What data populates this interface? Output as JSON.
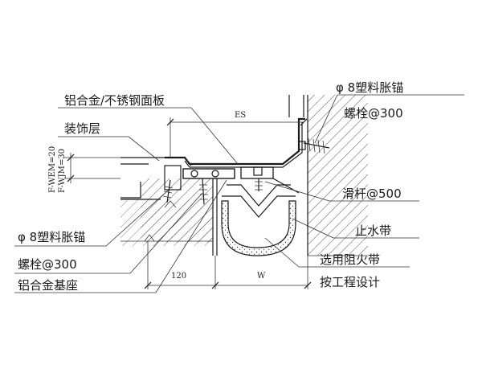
{
  "labels": {
    "panel": "铝合金/不锈钢面板",
    "decor": "装饰层",
    "anchor_right_1": "φ 8塑料胀锚",
    "anchor_right_2": "螺栓@300",
    "slide_bar": "滑杆@500",
    "waterstop": "止水带",
    "fire_1": "选用阻火带",
    "fire_2": "按工程设计",
    "anchor_left_1": "φ 8塑料胀锚",
    "anchor_left_2": "螺栓@300",
    "base": "铝合金基座"
  },
  "dimensions": {
    "es": "ES",
    "w120": "120",
    "w": "W",
    "wem": "F-WEM=20",
    "wjm": "F-WJM=30"
  }
}
